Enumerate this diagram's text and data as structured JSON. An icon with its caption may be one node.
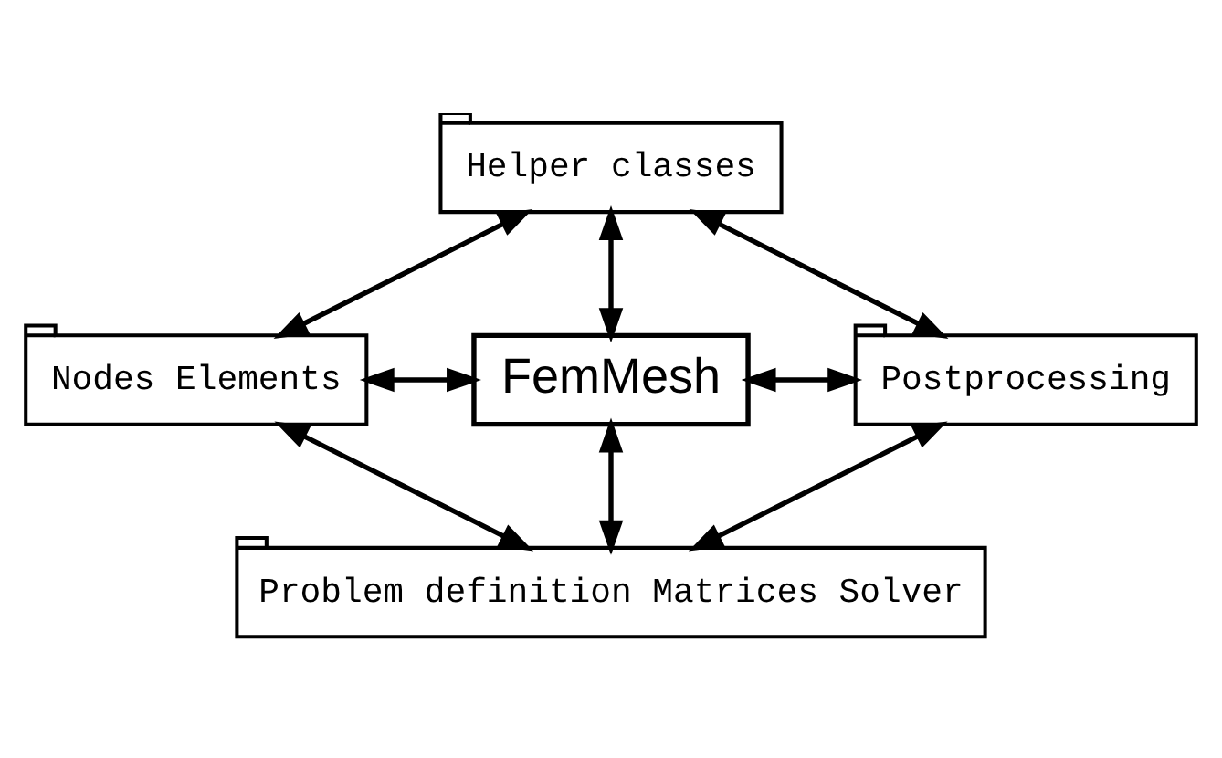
{
  "diagram": {
    "nodes": [
      {
        "text": [
          "Helper classes"
        ]
      },
      {
        "text": [
          "Nodes Elements"
        ]
      },
      {
        "text": [
          "FemMesh"
        ]
      },
      {
        "text": [
          "Postprocessing"
        ]
      },
      {
        "text": [
          "Problem definition Matrices Solver"
        ]
      }
    ],
    "edges": [
      {
        "from": 0,
        "to": 1,
        "arrow": "both"
      },
      {
        "from": 0,
        "to": 2,
        "arrow": "both"
      },
      {
        "from": 0,
        "to": 3,
        "arrow": "both"
      },
      {
        "from": 1,
        "to": 2,
        "arrow": "both"
      },
      {
        "from": 2,
        "to": 3,
        "arrow": "both"
      },
      {
        "from": 2,
        "to": 4,
        "arrow": "both"
      },
      {
        "from": 1,
        "to": 4,
        "arrow": "both"
      },
      {
        "from": 4,
        "to": 3,
        "arrow": "both"
      }
    ]
  }
}
